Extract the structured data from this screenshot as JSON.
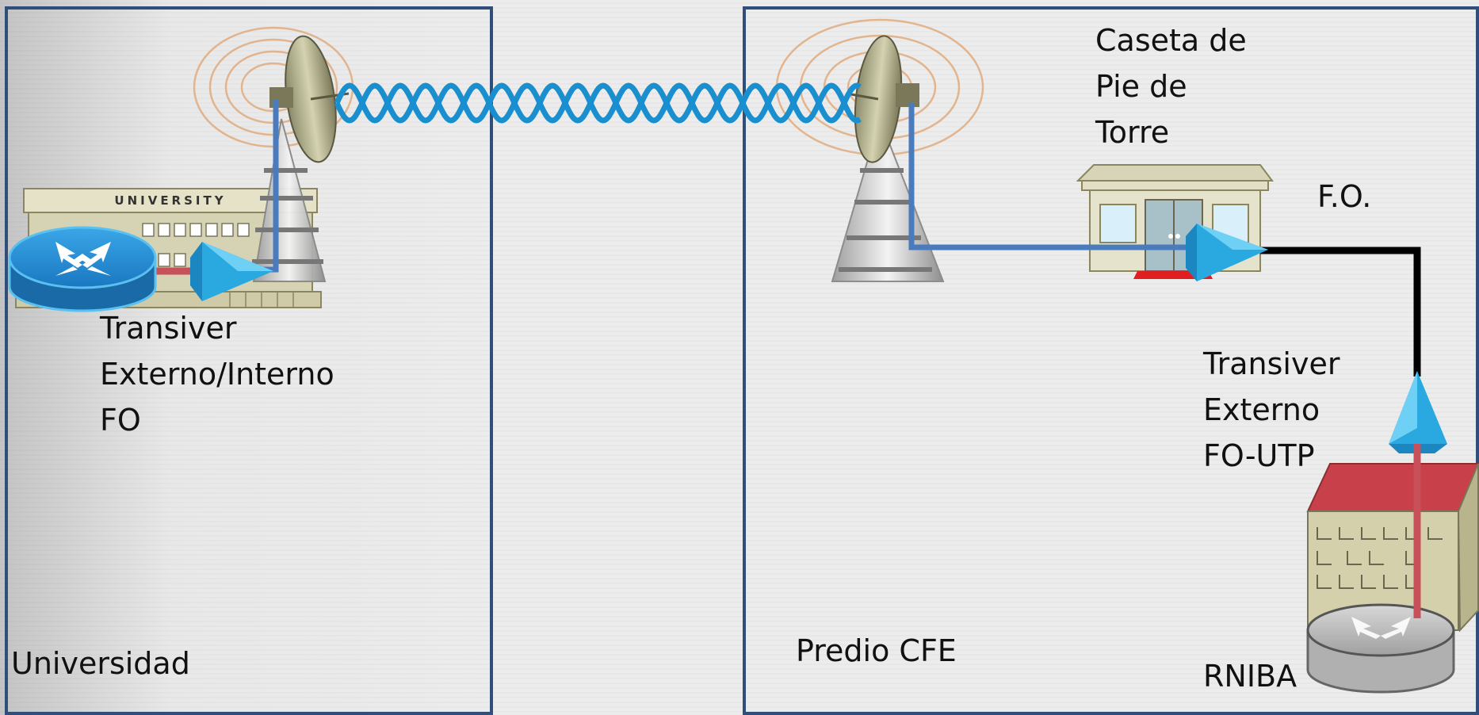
{
  "regions": {
    "left_label": "Universidad",
    "right_label": "Predio CFE"
  },
  "labels": {
    "left_transceiver": "Transiver\nExterno/Interno\nFO",
    "tower_hut": "Caseta de\nPie de\nTorre",
    "fiber": "F.O.",
    "right_transceiver": "Transiver\nExterno\nFO-UTP",
    "network": "RNIBA"
  },
  "building": {
    "sign": "UNIVERSITY"
  },
  "colors": {
    "frame": "#2f4f7a",
    "link_blue": "#4a7bbd",
    "wireless_wave": "#1a8fd0",
    "fiber_line": "#000000",
    "utp_line": "#c8505a",
    "transceiver": "#29a9e0",
    "router": "#1b7fc4"
  }
}
